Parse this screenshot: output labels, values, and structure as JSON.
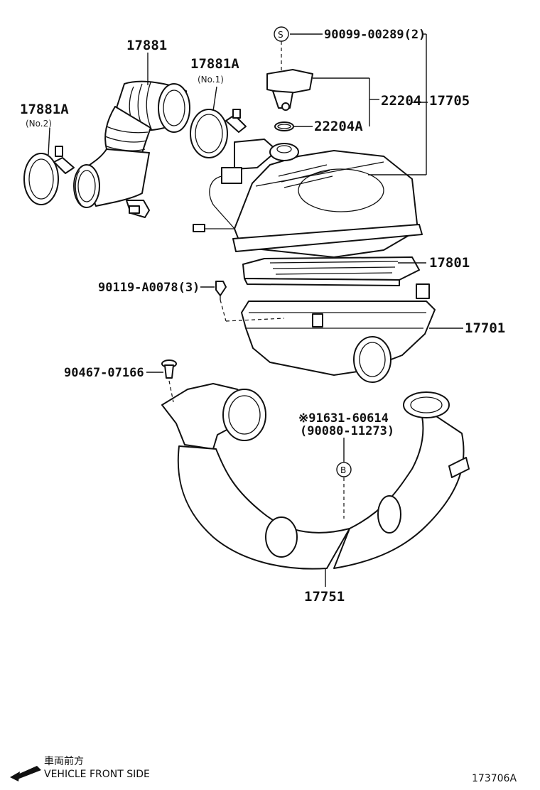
{
  "labels": {
    "p17881": "17881",
    "p17881A_no1": "17881A",
    "p17881A_no1_sub": "(No.1)",
    "p17881A_no2": "17881A",
    "p17881A_no2_sub": "(No.2)",
    "p90099": "90099-00289(2)",
    "p22204": "22204",
    "p17705": "17705",
    "p22204A": "22204A",
    "p17801": "17801",
    "p90119": "90119-A0078(3)",
    "p17701": "17701",
    "p90467": "90467-07166",
    "p91631": "※91631-60614",
    "p90080": "(90080-11273)",
    "p17751": "17751",
    "marker_s": "S",
    "marker_b": "B"
  },
  "footer": {
    "jp_text": "車両前方",
    "en_text": "VEHICLE FRONT SIDE",
    "diagram_code": "173706A"
  },
  "icons": {
    "front_arrow": "arrow-left-down-icon"
  }
}
